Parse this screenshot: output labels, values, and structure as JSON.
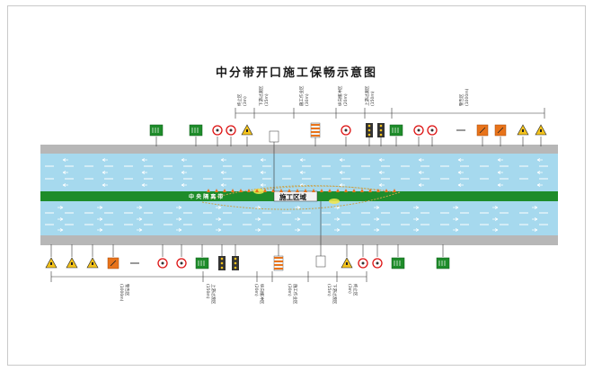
{
  "title": "中分带开口施工保畅示意图",
  "median_label": "中 央 隔 离 带",
  "work_zone_label": "施工区域",
  "top_zones": [
    {
      "name": "终止区",
      "sub": "(3m)"
    },
    {
      "name": "下游过渡区",
      "sub": "(15m)"
    },
    {
      "name": "施工作业区",
      "sub": "(30m)"
    },
    {
      "name": "纵向缓冲区",
      "sub": "(20m)"
    },
    {
      "name": "上游过渡区",
      "sub": "(150m)"
    },
    {
      "name": "警告区",
      "sub": "(1000m)"
    }
  ],
  "bottom_zones": [
    {
      "name": "警告区",
      "sub": "(1000m)"
    },
    {
      "name": "上游过渡区",
      "sub": "(150m)"
    },
    {
      "name": "纵向缓冲区",
      "sub": "(20m)"
    },
    {
      "name": "施工作业区",
      "sub": "(30m)"
    },
    {
      "name": "下游过渡区",
      "sub": "(15m)"
    },
    {
      "name": "终止区",
      "sub": "(3m)"
    }
  ],
  "colors": {
    "lane": "#a6d9ee",
    "shoulder": "#b7b7b7",
    "median": "#1e8c2a",
    "work_zone_box": "#f2f2f2",
    "cone": "#e8731a"
  },
  "sign_icons": [
    "guide-sign-icon",
    "speed-limit-sign-icon",
    "warning-sign-icon",
    "lane-closed-sign-icon",
    "arrow-board-icon",
    "cone-icon"
  ]
}
